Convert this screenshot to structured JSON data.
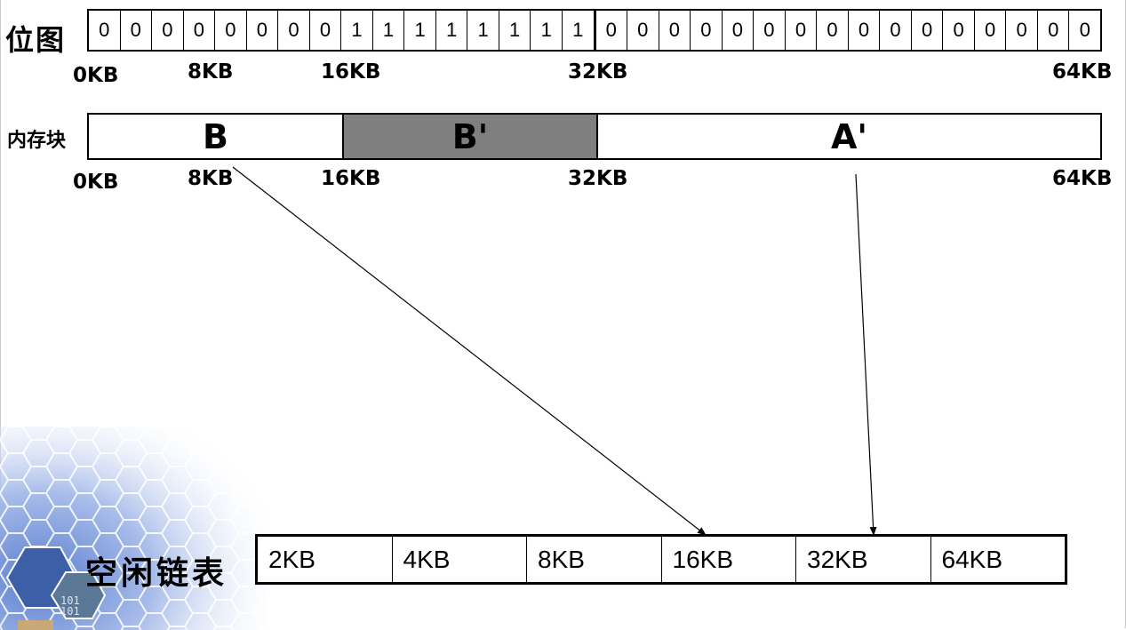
{
  "bitmap": {
    "label": "位图",
    "bits": [
      "0",
      "0",
      "0",
      "0",
      "0",
      "0",
      "0",
      "0",
      "1",
      "1",
      "1",
      "1",
      "1",
      "1",
      "1",
      "1",
      "0",
      "0",
      "0",
      "0",
      "0",
      "0",
      "0",
      "0",
      "0",
      "0",
      "0",
      "0",
      "0",
      "0",
      "0",
      "0"
    ],
    "axis": [
      "0KB",
      "8KB",
      "16KB",
      "32KB",
      "64KB"
    ]
  },
  "memory": {
    "label": "内存块",
    "segments": [
      {
        "label": "B",
        "state": "free",
        "color": "#ffffff"
      },
      {
        "label": "B'",
        "state": "allocated",
        "color": "#7f7f7f"
      },
      {
        "label": "A'",
        "state": "free",
        "color": "#ffffff"
      }
    ],
    "axis": [
      "0KB",
      "8KB",
      "16KB",
      "32KB",
      "64KB"
    ]
  },
  "free_list": {
    "label": "空闲链表",
    "cells": [
      "2KB",
      "4KB",
      "8KB",
      "16KB",
      "32KB",
      "64KB"
    ]
  },
  "arrows": [
    {
      "from": "B",
      "to": "16KB"
    },
    {
      "from": "A'",
      "to": "32KB"
    }
  ]
}
